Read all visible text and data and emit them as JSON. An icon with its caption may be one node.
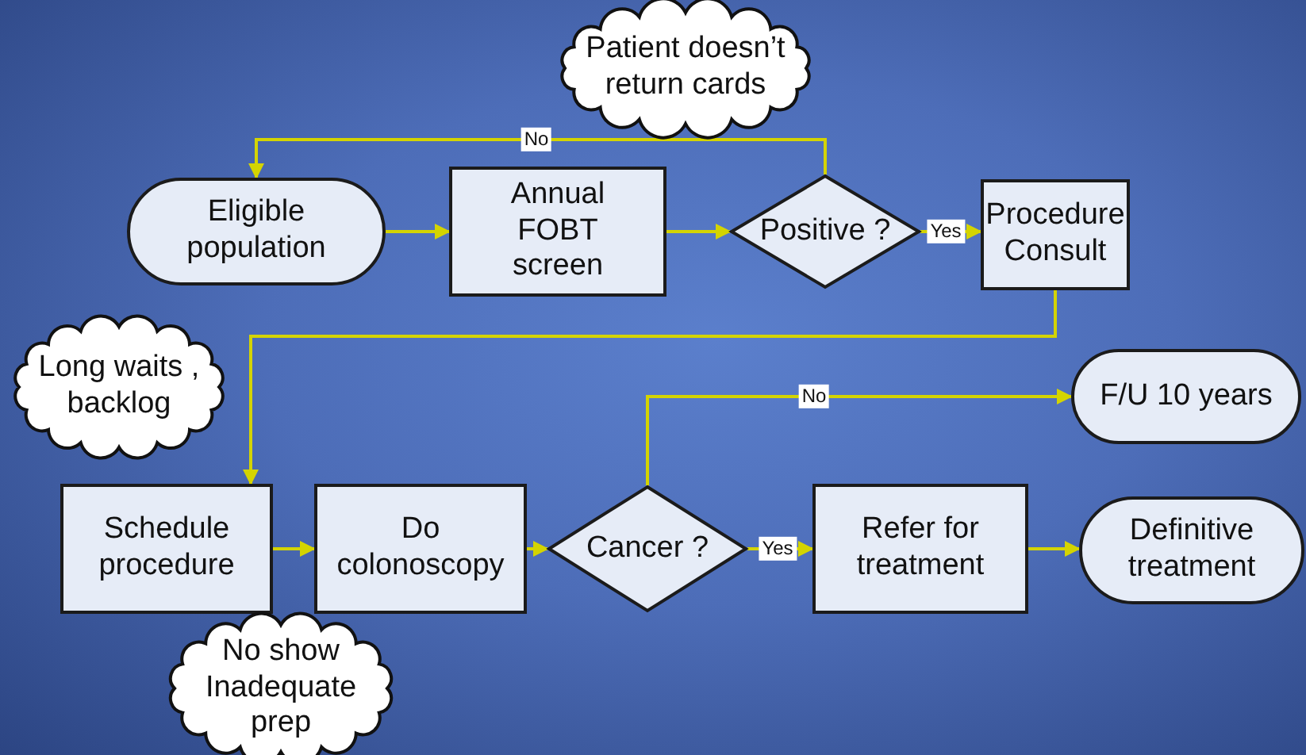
{
  "diagram": {
    "nodes": [
      {
        "text": [
          "Eligible population"
        ]
      },
      {
        "text": [
          "Annual FOBT screen"
        ]
      },
      {
        "text": [
          "Positive ?"
        ]
      },
      {
        "text": [
          "Procedure Consult"
        ]
      },
      {
        "text": [
          "Patient doesn’t return cards"
        ]
      },
      {
        "text": [
          "Long waits , backlog"
        ]
      },
      {
        "text": [
          "Schedule procedure"
        ]
      },
      {
        "text": [
          "Do colonoscopy"
        ]
      },
      {
        "text": [
          "Cancer ?"
        ]
      },
      {
        "text": [
          "Refer for treatment"
        ]
      },
      {
        "text": [
          "Definitive treatment"
        ]
      },
      {
        "text": [
          "F/U 10 years"
        ]
      },
      {
        "text": [
          "No show Inadequate prep"
        ]
      }
    ],
    "edges": [
      {
        "from": 0,
        "to": 1,
        "arrow": "to"
      },
      {
        "from": 1,
        "to": 2,
        "arrow": "to"
      },
      {
        "from": 2,
        "to": 3,
        "arrow": "to",
        "label": "Yes"
      },
      {
        "from": 2,
        "to": 0,
        "arrow": "to",
        "label": "No"
      },
      {
        "from": 3,
        "to": 6,
        "arrow": "to"
      },
      {
        "from": 6,
        "to": 7,
        "arrow": "to"
      },
      {
        "from": 7,
        "to": 8,
        "arrow": "to"
      },
      {
        "from": 8,
        "to": 9,
        "arrow": "to",
        "label": "Yes"
      },
      {
        "from": 9,
        "to": 10,
        "arrow": "to"
      },
      {
        "from": 8,
        "to": 11,
        "arrow": "to",
        "label": "No"
      }
    ]
  }
}
